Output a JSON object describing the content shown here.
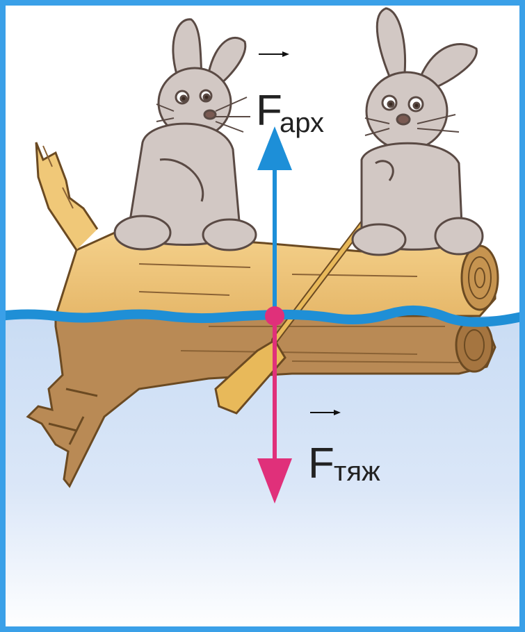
{
  "labels": {
    "buoyant_force": {
      "main": "F",
      "subscript": "арх"
    },
    "gravity_force": {
      "main": "F",
      "subscript": "тяж"
    }
  },
  "colors": {
    "frame": "#3aa0e8",
    "water_line": "#1f8fd6",
    "water_top": "#cfe0f6",
    "water_bottom": "#ffffff",
    "log_above": "#f0c878",
    "log_below": "#b98a55",
    "log_outline": "#6b4a22",
    "buoyant_arrow": "#1d8fd8",
    "gravity_arrow": "#e0307a",
    "rabbit_fur": "#d2c8c4",
    "rabbit_outline": "#5a4a44",
    "oar": "#e8b95a"
  }
}
